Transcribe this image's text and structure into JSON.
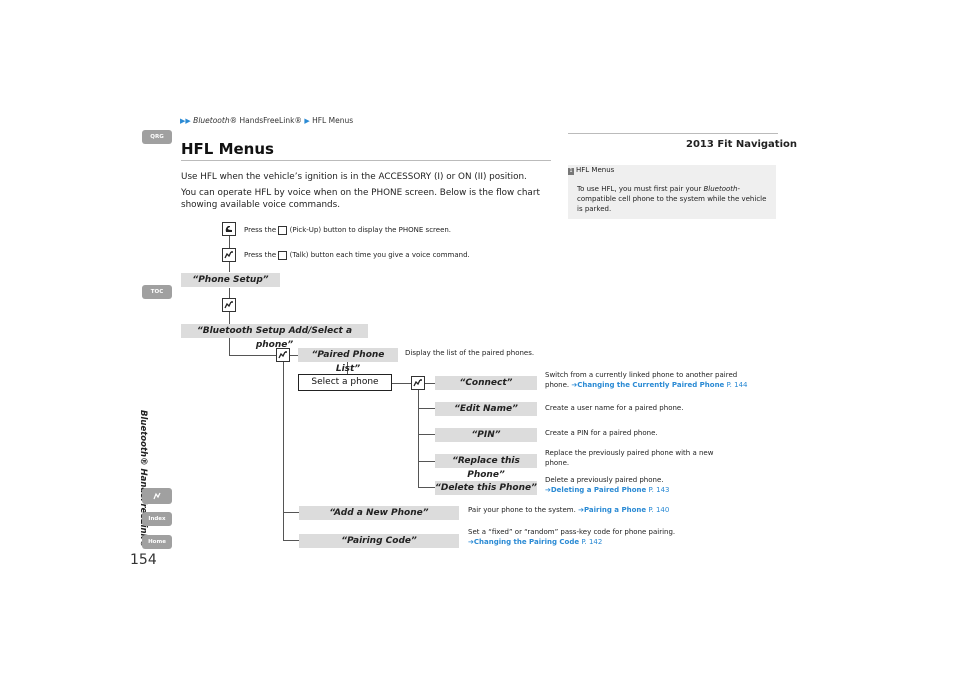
{
  "breadcrumb": {
    "part1_italic": "Bluetooth",
    "part1_rest": "® HandsFreeLink®",
    "part2": "HFL Menus"
  },
  "model": "2013 Fit Navigation",
  "title": "HFL Menus",
  "intro1": "Use HFL when the vehicle’s ignition is in the ACCESSORY (I) or ON (II) position.",
  "intro2a": "You can operate HFL by voice when on the PHONE screen. Below is the flow chart",
  "intro2b": "showing available voice commands.",
  "instr_pickup_a": "Press the",
  "instr_pickup_b": "(Pick-Up) button to display the PHONE screen.",
  "instr_talk_a": "Press the",
  "instr_talk_b": "(Talk) button each time you give a voice command.",
  "cmd_phone_setup": "“Phone Setup”",
  "cmd_bt_setup": "“Bluetooth Setup Add/Select a phone”",
  "cmd_paired_list": "“Paired Phone List”",
  "desc_paired_list": "Display the list of the paired phones.",
  "select_phone": "Select a phone",
  "cmd_connect": "“Connect”",
  "desc_connect_a": "Switch from a currently linked phone to another paired",
  "desc_connect_b": "phone.",
  "link_connect": "Changing the Currently Paired Phone",
  "page_connect": "P. 144",
  "cmd_edit_name": "“Edit Name”",
  "desc_edit_name": "Create a user name for a paired phone.",
  "cmd_pin": "“PIN”",
  "desc_pin": "Create a PIN for a paired phone.",
  "cmd_replace": "“Replace this Phone”",
  "desc_replace_a": "Replace the previously paired phone with a new",
  "desc_replace_b": "phone.",
  "cmd_delete": "“Delete this Phone”",
  "desc_delete": "Delete a previously paired phone.",
  "link_delete": "Deleting a Paired Phone",
  "page_delete": "P. 143",
  "cmd_add_new": "“Add a New Phone”",
  "desc_add_new": "Pair your phone to the system.",
  "link_add_new": "Pairing a Phone",
  "page_add_new": "P. 140",
  "cmd_pairing_code": "“Pairing Code”",
  "desc_pairing_code": "Set a “fixed” or “random” pass-key code for phone pairing.",
  "link_pairing_code": "Changing the Pairing Code",
  "page_pairing_code": "P. 142",
  "note_head": "HFL Menus",
  "note_body_a": "To use HFL, you must first pair your",
  "note_body_italic": "Bluetooth",
  "note_body_b": "-compatible cell phone to the system while the vehicle is parked.",
  "side_qrg": "QRG",
  "side_toc": "TOC",
  "side_index": "Index",
  "side_home": "Home",
  "side_vertical": "Bluetooth® HandsFreeLink®",
  "page_number": "154",
  "colors": {
    "accent": "#2a8ad4",
    "tab": "#9a9a9a",
    "cmd_bg": "#dcdcdc"
  }
}
